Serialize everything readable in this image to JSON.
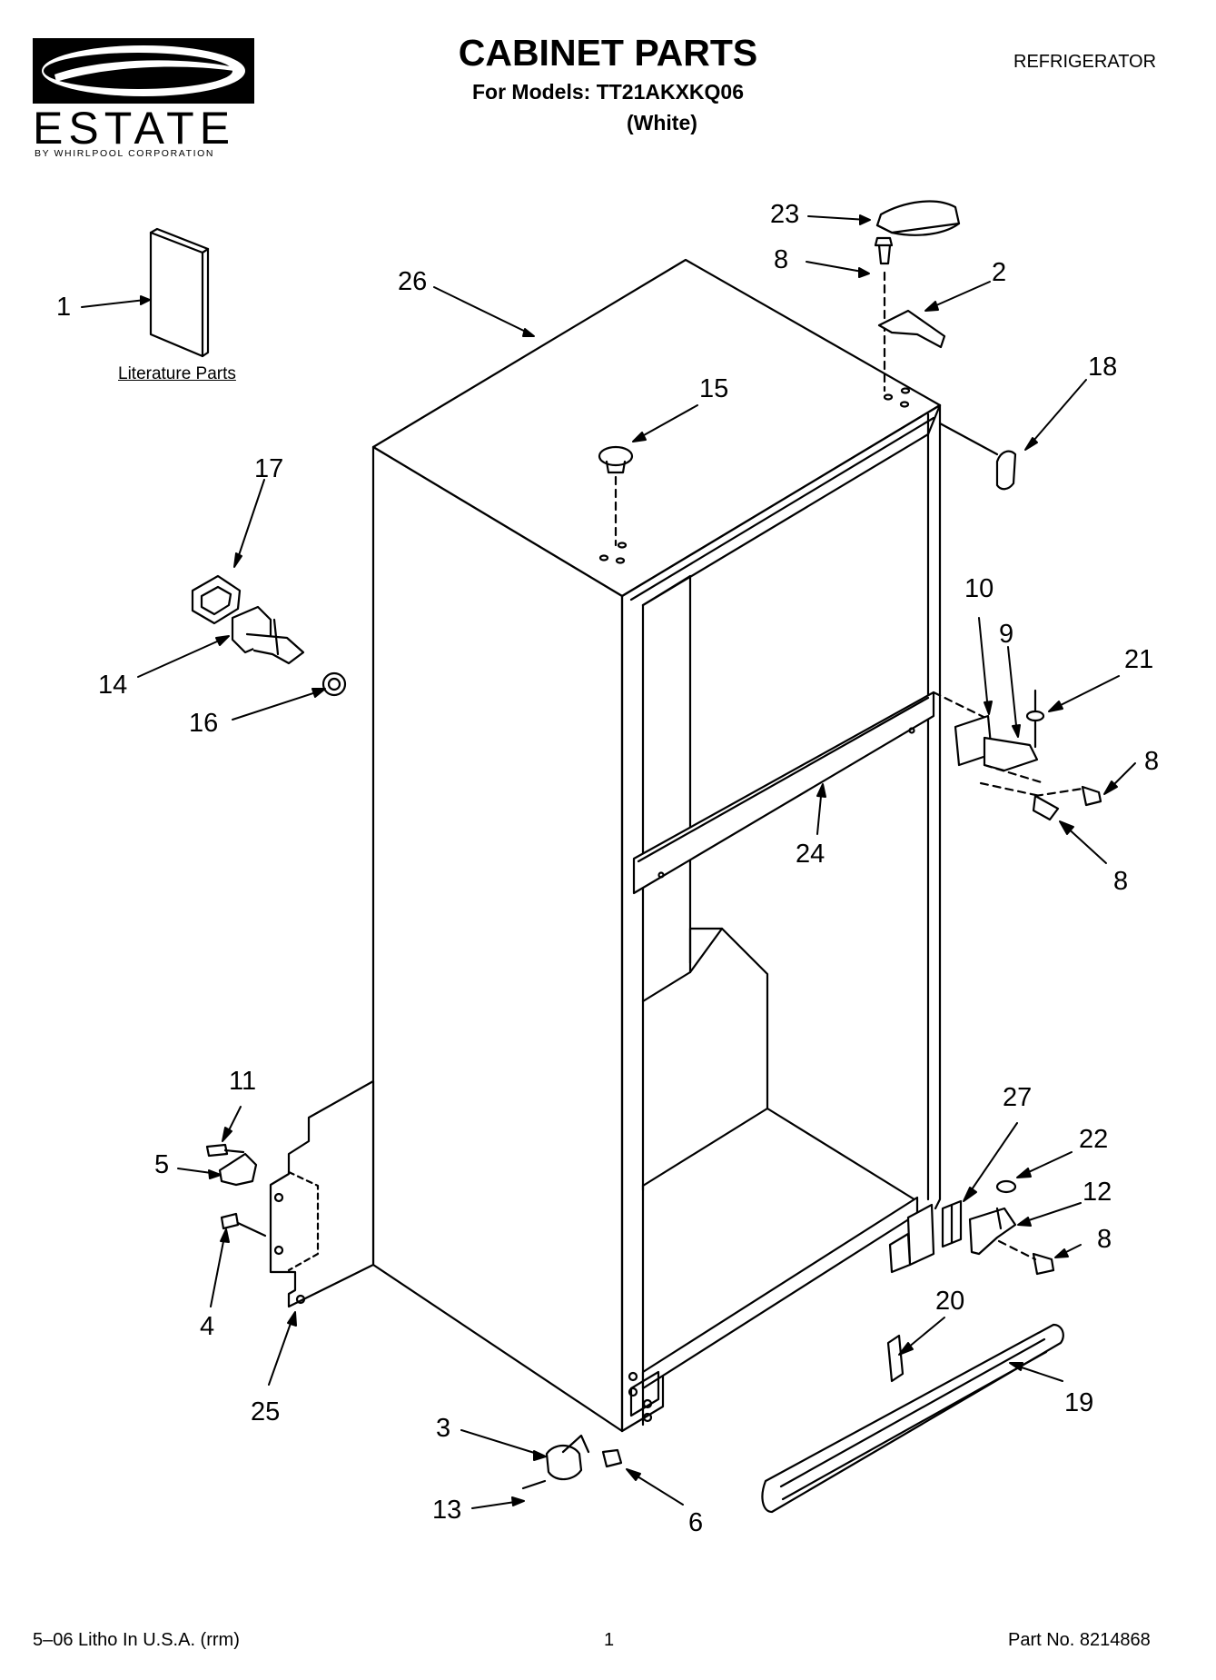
{
  "brand": {
    "name": "ESTATE",
    "tagline": "BY WHIRLPOOL CORPORATION"
  },
  "header": {
    "title": "CABINET PARTS",
    "models": "For Models: TT21AKXKQ06",
    "color": "(White)",
    "product": "REFRIGERATOR"
  },
  "literature_label": "Literature Parts",
  "callouts": [
    {
      "id": "c1",
      "text": "1"
    },
    {
      "id": "c2",
      "text": "2"
    },
    {
      "id": "c3",
      "text": "3"
    },
    {
      "id": "c4",
      "text": "4"
    },
    {
      "id": "c5",
      "text": "5"
    },
    {
      "id": "c6",
      "text": "6"
    },
    {
      "id": "c8a",
      "text": "8"
    },
    {
      "id": "c8b",
      "text": "8"
    },
    {
      "id": "c8c",
      "text": "8"
    },
    {
      "id": "c8d",
      "text": "8"
    },
    {
      "id": "c9",
      "text": "9"
    },
    {
      "id": "c10",
      "text": "10"
    },
    {
      "id": "c11",
      "text": "11"
    },
    {
      "id": "c12",
      "text": "12"
    },
    {
      "id": "c13",
      "text": "13"
    },
    {
      "id": "c14",
      "text": "14"
    },
    {
      "id": "c15",
      "text": "15"
    },
    {
      "id": "c16",
      "text": "16"
    },
    {
      "id": "c17",
      "text": "17"
    },
    {
      "id": "c18",
      "text": "18"
    },
    {
      "id": "c19",
      "text": "19"
    },
    {
      "id": "c20",
      "text": "20"
    },
    {
      "id": "c21",
      "text": "21"
    },
    {
      "id": "c22",
      "text": "22"
    },
    {
      "id": "c23",
      "text": "23"
    },
    {
      "id": "c24",
      "text": "24"
    },
    {
      "id": "c25",
      "text": "25"
    },
    {
      "id": "c26",
      "text": "26"
    },
    {
      "id": "c27",
      "text": "27"
    }
  ],
  "footer": {
    "left": "5–06 Litho In U.S.A. (rrm)",
    "page": "1",
    "part_no": "Part No. 8214868"
  }
}
